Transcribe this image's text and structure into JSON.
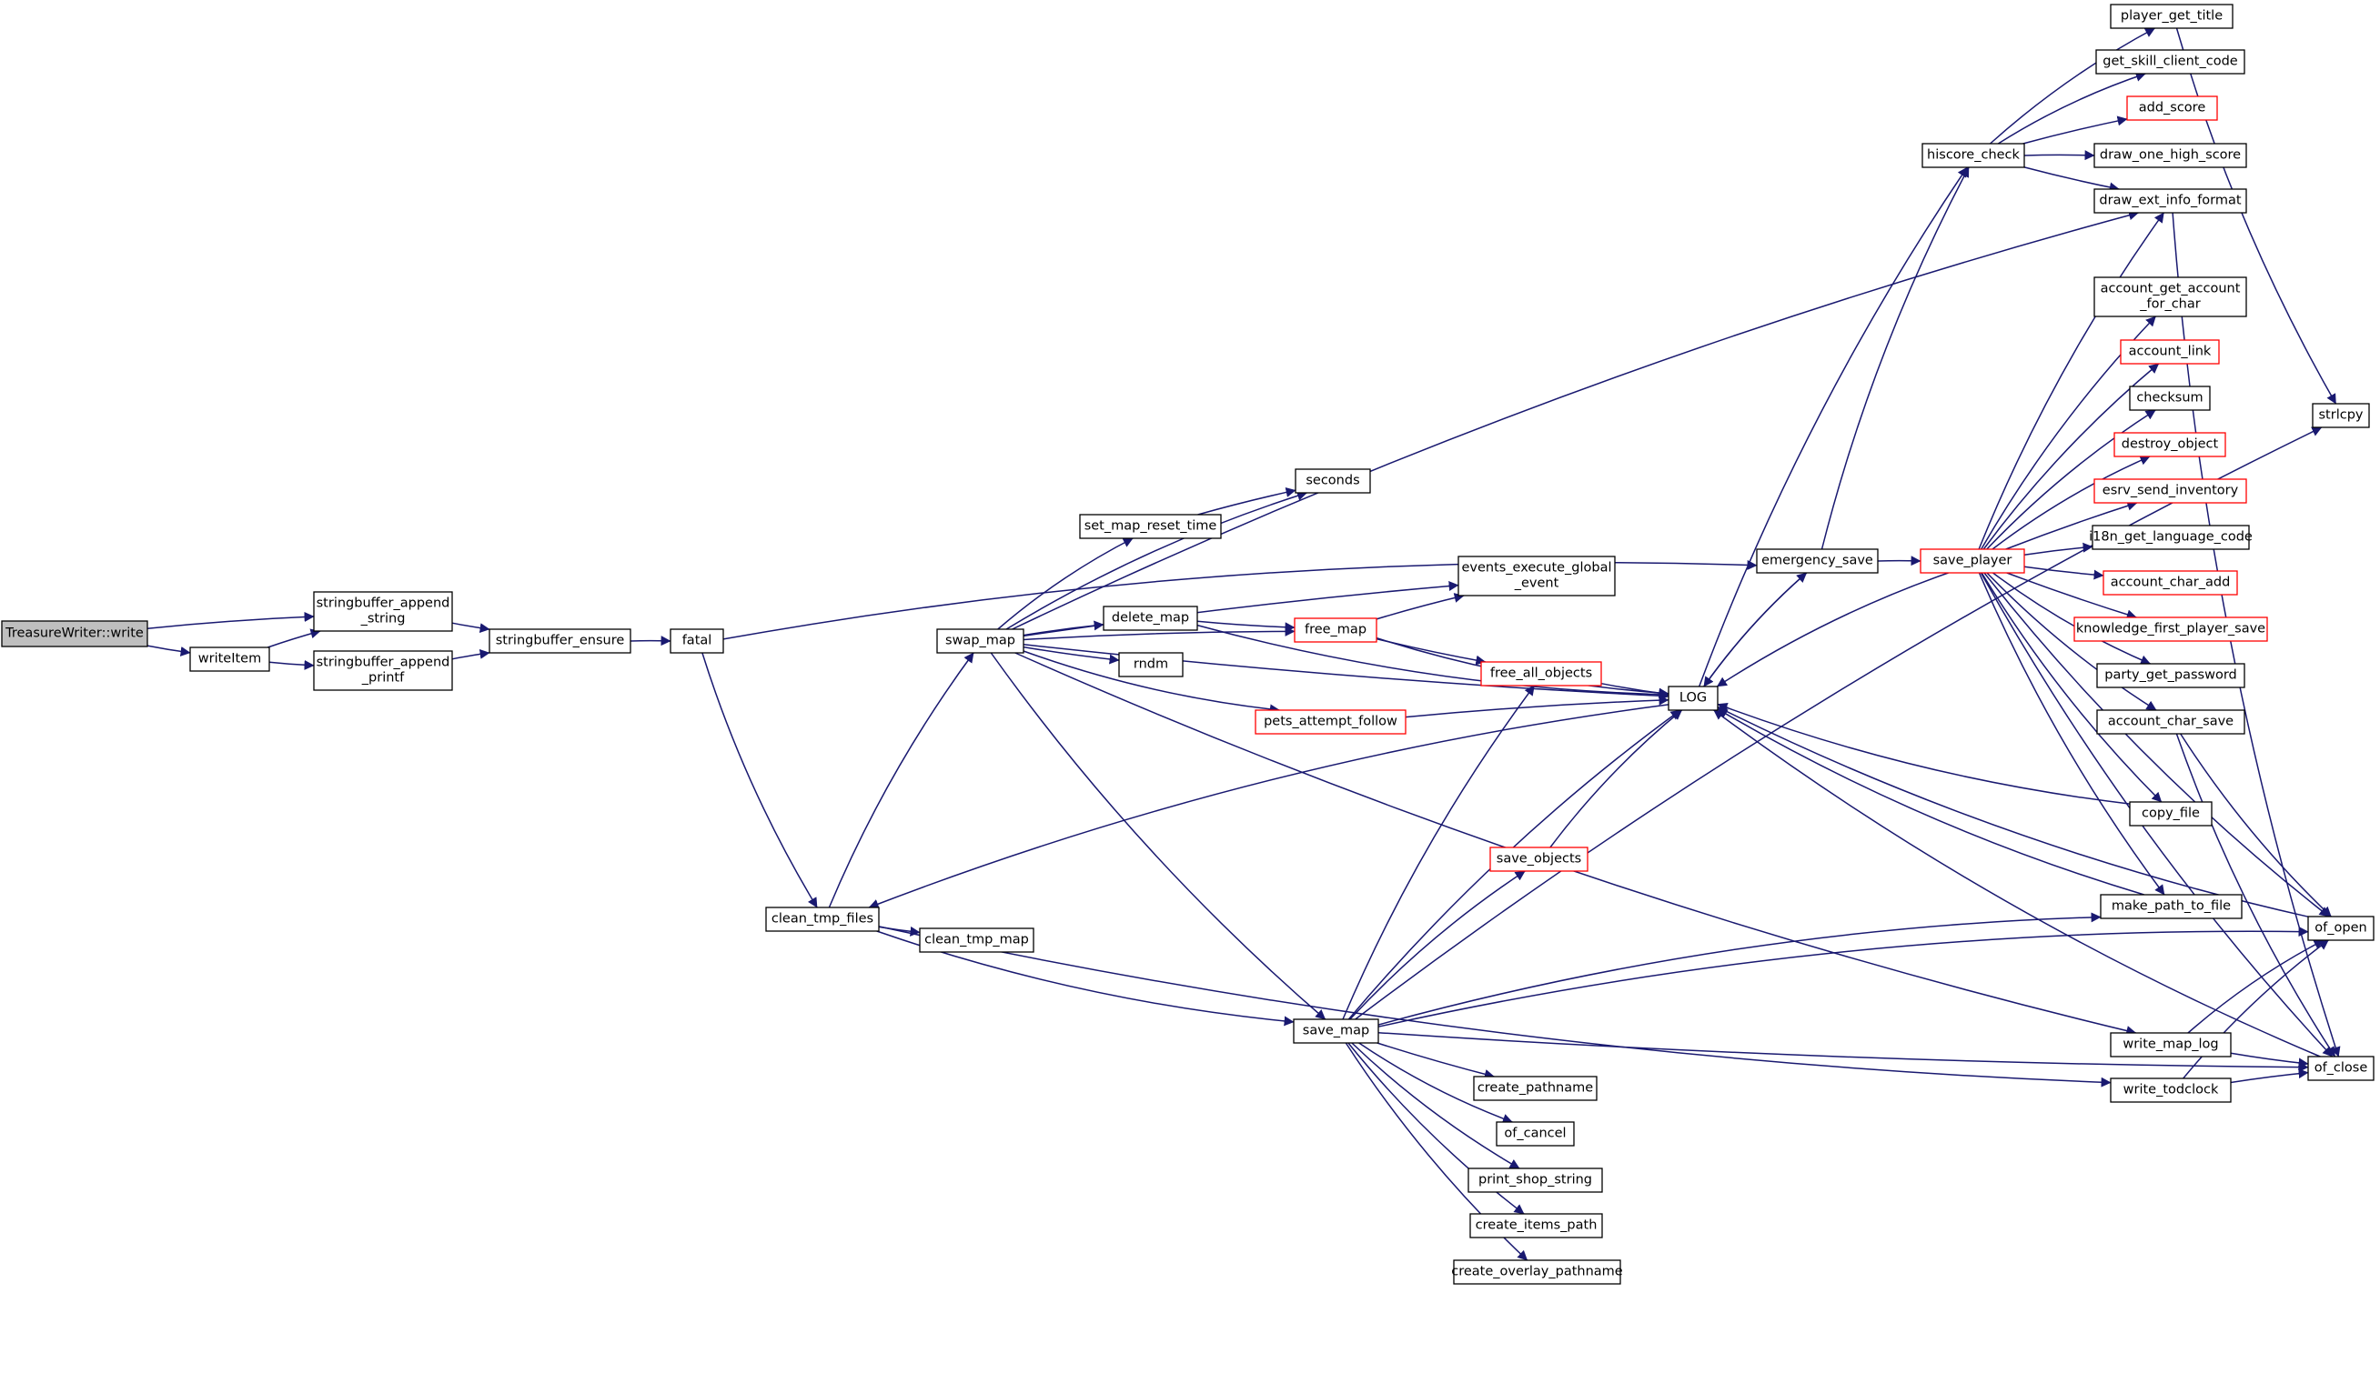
{
  "colors": {
    "edge": "#191970",
    "border_normal": "#000000",
    "border_truncated": "#ff0000",
    "root_fill": "#bfbfbf",
    "node_fill": "#ffffff"
  },
  "nodes": [
    {
      "id": "treasurewriter_write",
      "lines": [
        "TreasureWriter::write"
      ],
      "style": "root"
    },
    {
      "id": "writeitem",
      "lines": [
        "writeItem"
      ],
      "style": "normal"
    },
    {
      "id": "stringbuffer_append_string",
      "lines": [
        "stringbuffer_append",
        "_string"
      ],
      "style": "normal"
    },
    {
      "id": "stringbuffer_append_printf",
      "lines": [
        "stringbuffer_append",
        "_printf"
      ],
      "style": "normal"
    },
    {
      "id": "stringbuffer_ensure",
      "lines": [
        "stringbuffer_ensure"
      ],
      "style": "normal"
    },
    {
      "id": "fatal",
      "lines": [
        "fatal"
      ],
      "style": "normal"
    },
    {
      "id": "clean_tmp_files",
      "lines": [
        "clean_tmp_files"
      ],
      "style": "normal"
    },
    {
      "id": "clean_tmp_map",
      "lines": [
        "clean_tmp_map"
      ],
      "style": "normal"
    },
    {
      "id": "swap_map",
      "lines": [
        "swap_map"
      ],
      "style": "normal"
    },
    {
      "id": "save_map",
      "lines": [
        "save_map"
      ],
      "style": "normal"
    },
    {
      "id": "seconds",
      "lines": [
        "seconds"
      ],
      "style": "normal"
    },
    {
      "id": "set_map_reset_time",
      "lines": [
        "set_map_reset_time"
      ],
      "style": "normal"
    },
    {
      "id": "delete_map",
      "lines": [
        "delete_map"
      ],
      "style": "normal"
    },
    {
      "id": "rndm",
      "lines": [
        "rndm"
      ],
      "style": "normal"
    },
    {
      "id": "pets_attempt_follow",
      "lines": [
        "pets_attempt_follow"
      ],
      "style": "truncated"
    },
    {
      "id": "free_map",
      "lines": [
        "free_map"
      ],
      "style": "truncated"
    },
    {
      "id": "events_execute_global_event",
      "lines": [
        "events_execute_global",
        "_event"
      ],
      "style": "normal"
    },
    {
      "id": "free_all_objects",
      "lines": [
        "free_all_objects"
      ],
      "style": "truncated"
    },
    {
      "id": "save_objects",
      "lines": [
        "save_objects"
      ],
      "style": "truncated"
    },
    {
      "id": "log",
      "lines": [
        "LOG"
      ],
      "style": "normal"
    },
    {
      "id": "emergency_save",
      "lines": [
        "emergency_save"
      ],
      "style": "normal"
    },
    {
      "id": "save_player",
      "lines": [
        "save_player"
      ],
      "style": "truncated"
    },
    {
      "id": "hiscore_check",
      "lines": [
        "hiscore_check"
      ],
      "style": "normal"
    },
    {
      "id": "create_pathname",
      "lines": [
        "create_pathname"
      ],
      "style": "normal"
    },
    {
      "id": "of_cancel",
      "lines": [
        "of_cancel"
      ],
      "style": "normal"
    },
    {
      "id": "print_shop_string",
      "lines": [
        "print_shop_string"
      ],
      "style": "normal"
    },
    {
      "id": "create_items_path",
      "lines": [
        "create_items_path"
      ],
      "style": "normal"
    },
    {
      "id": "create_overlay_pathname",
      "lines": [
        "create_overlay_pathname"
      ],
      "style": "normal"
    },
    {
      "id": "player_get_title",
      "lines": [
        "player_get_title"
      ],
      "style": "normal"
    },
    {
      "id": "get_skill_client_code",
      "lines": [
        "get_skill_client_code"
      ],
      "style": "normal"
    },
    {
      "id": "add_score",
      "lines": [
        "add_score"
      ],
      "style": "truncated"
    },
    {
      "id": "draw_one_high_score",
      "lines": [
        "draw_one_high_score"
      ],
      "style": "normal"
    },
    {
      "id": "draw_ext_info_format",
      "lines": [
        "draw_ext_info_format"
      ],
      "style": "normal"
    },
    {
      "id": "account_get_account_for_char",
      "lines": [
        "account_get_account",
        "_for_char"
      ],
      "style": "normal"
    },
    {
      "id": "account_link",
      "lines": [
        "account_link"
      ],
      "style": "truncated"
    },
    {
      "id": "checksum",
      "lines": [
        "checksum"
      ],
      "style": "normal"
    },
    {
      "id": "destroy_object",
      "lines": [
        "destroy_object"
      ],
      "style": "truncated"
    },
    {
      "id": "esrv_send_inventory",
      "lines": [
        "esrv_send_inventory"
      ],
      "style": "truncated"
    },
    {
      "id": "i18n_get_language_code",
      "lines": [
        "i18n_get_language_code"
      ],
      "style": "normal"
    },
    {
      "id": "account_char_add",
      "lines": [
        "account_char_add"
      ],
      "style": "truncated"
    },
    {
      "id": "knowledge_first_player_save",
      "lines": [
        "knowledge_first_player_save"
      ],
      "style": "truncated"
    },
    {
      "id": "party_get_password",
      "lines": [
        "party_get_password"
      ],
      "style": "normal"
    },
    {
      "id": "account_char_save",
      "lines": [
        "account_char_save"
      ],
      "style": "normal"
    },
    {
      "id": "copy_file",
      "lines": [
        "copy_file"
      ],
      "style": "normal"
    },
    {
      "id": "make_path_to_file",
      "lines": [
        "make_path_to_file"
      ],
      "style": "normal"
    },
    {
      "id": "write_map_log",
      "lines": [
        "write_map_log"
      ],
      "style": "normal"
    },
    {
      "id": "write_todclock",
      "lines": [
        "write_todclock"
      ],
      "style": "normal"
    },
    {
      "id": "strlcpy",
      "lines": [
        "strlcpy"
      ],
      "style": "normal"
    },
    {
      "id": "of_open",
      "lines": [
        "of_open"
      ],
      "style": "normal"
    },
    {
      "id": "of_close",
      "lines": [
        "of_close"
      ],
      "style": "normal"
    }
  ],
  "edges": [
    {
      "from": "treasurewriter_write",
      "to": "stringbuffer_append_string"
    },
    {
      "from": "treasurewriter_write",
      "to": "writeitem"
    },
    {
      "from": "writeitem",
      "to": "stringbuffer_append_string"
    },
    {
      "from": "writeitem",
      "to": "stringbuffer_append_printf"
    },
    {
      "from": "stringbuffer_append_string",
      "to": "stringbuffer_ensure"
    },
    {
      "from": "stringbuffer_append_printf",
      "to": "stringbuffer_ensure"
    },
    {
      "from": "stringbuffer_ensure",
      "to": "fatal"
    },
    {
      "from": "fatal",
      "to": "clean_tmp_files"
    },
    {
      "from": "fatal",
      "to": "emergency_save"
    },
    {
      "from": "clean_tmp_files",
      "to": "swap_map"
    },
    {
      "from": "clean_tmp_files",
      "to": "clean_tmp_map"
    },
    {
      "from": "clean_tmp_files",
      "to": "save_map"
    },
    {
      "from": "clean_tmp_files",
      "to": "write_todclock"
    },
    {
      "from": "swap_map",
      "to": "seconds"
    },
    {
      "from": "swap_map",
      "to": "set_map_reset_time"
    },
    {
      "from": "swap_map",
      "to": "events_execute_global_event"
    },
    {
      "from": "swap_map",
      "to": "delete_map"
    },
    {
      "from": "swap_map",
      "to": "rndm"
    },
    {
      "from": "swap_map",
      "to": "free_map"
    },
    {
      "from": "swap_map",
      "to": "pets_attempt_follow"
    },
    {
      "from": "swap_map",
      "to": "log"
    },
    {
      "from": "swap_map",
      "to": "save_map"
    },
    {
      "from": "swap_map",
      "to": "draw_ext_info_format"
    },
    {
      "from": "swap_map",
      "to": "write_map_log"
    },
    {
      "from": "set_map_reset_time",
      "to": "seconds"
    },
    {
      "from": "delete_map",
      "to": "free_map"
    },
    {
      "from": "delete_map",
      "to": "log"
    },
    {
      "from": "free_map",
      "to": "events_execute_global_event"
    },
    {
      "from": "free_map",
      "to": "free_all_objects"
    },
    {
      "from": "free_map",
      "to": "log"
    },
    {
      "from": "free_all_objects",
      "to": "log"
    },
    {
      "from": "pets_attempt_follow",
      "to": "log"
    },
    {
      "from": "save_objects",
      "to": "log"
    },
    {
      "from": "log",
      "to": "clean_tmp_files"
    },
    {
      "from": "log",
      "to": "emergency_save"
    },
    {
      "from": "log",
      "to": "hiscore_check"
    },
    {
      "from": "emergency_save",
      "to": "log"
    },
    {
      "from": "emergency_save",
      "to": "save_player"
    },
    {
      "from": "emergency_save",
      "to": "hiscore_check"
    },
    {
      "from": "save_map",
      "to": "free_all_objects"
    },
    {
      "from": "save_map",
      "to": "save_objects"
    },
    {
      "from": "save_map",
      "to": "log"
    },
    {
      "from": "save_map",
      "to": "make_path_to_file"
    },
    {
      "from": "save_map",
      "to": "strlcpy"
    },
    {
      "from": "save_map",
      "to": "of_open"
    },
    {
      "from": "save_map",
      "to": "create_pathname"
    },
    {
      "from": "save_map",
      "to": "of_cancel"
    },
    {
      "from": "save_map",
      "to": "print_shop_string"
    },
    {
      "from": "save_map",
      "to": "create_items_path"
    },
    {
      "from": "save_map",
      "to": "create_overlay_pathname"
    },
    {
      "from": "save_map",
      "to": "of_close"
    },
    {
      "from": "save_player",
      "to": "log"
    },
    {
      "from": "save_player",
      "to": "draw_ext_info_format"
    },
    {
      "from": "save_player",
      "to": "account_get_account_for_char"
    },
    {
      "from": "save_player",
      "to": "account_link"
    },
    {
      "from": "save_player",
      "to": "checksum"
    },
    {
      "from": "save_player",
      "to": "destroy_object"
    },
    {
      "from": "save_player",
      "to": "esrv_send_inventory"
    },
    {
      "from": "save_player",
      "to": "i18n_get_language_code"
    },
    {
      "from": "save_player",
      "to": "account_char_add"
    },
    {
      "from": "save_player",
      "to": "knowledge_first_player_save"
    },
    {
      "from": "save_player",
      "to": "party_get_password"
    },
    {
      "from": "save_player",
      "to": "account_char_save"
    },
    {
      "from": "save_player",
      "to": "copy_file"
    },
    {
      "from": "save_player",
      "to": "make_path_to_file"
    },
    {
      "from": "save_player",
      "to": "of_open"
    },
    {
      "from": "save_player",
      "to": "of_close"
    },
    {
      "from": "hiscore_check",
      "to": "player_get_title"
    },
    {
      "from": "hiscore_check",
      "to": "get_skill_client_code"
    },
    {
      "from": "hiscore_check",
      "to": "add_score"
    },
    {
      "from": "hiscore_check",
      "to": "draw_one_high_score"
    },
    {
      "from": "hiscore_check",
      "to": "draw_ext_info_format"
    },
    {
      "from": "player_get_title",
      "to": "strlcpy"
    },
    {
      "from": "draw_ext_info_format",
      "to": "of_close"
    },
    {
      "from": "account_char_save",
      "to": "of_open"
    },
    {
      "from": "account_char_save",
      "to": "of_close"
    },
    {
      "from": "copy_file",
      "to": "log"
    },
    {
      "from": "make_path_to_file",
      "to": "log"
    },
    {
      "from": "write_map_log",
      "to": "of_open"
    },
    {
      "from": "write_map_log",
      "to": "of_close"
    },
    {
      "from": "write_todclock",
      "to": "of_open"
    },
    {
      "from": "write_todclock",
      "to": "of_close"
    },
    {
      "from": "of_open",
      "to": "log"
    },
    {
      "from": "of_close",
      "to": "log"
    }
  ]
}
